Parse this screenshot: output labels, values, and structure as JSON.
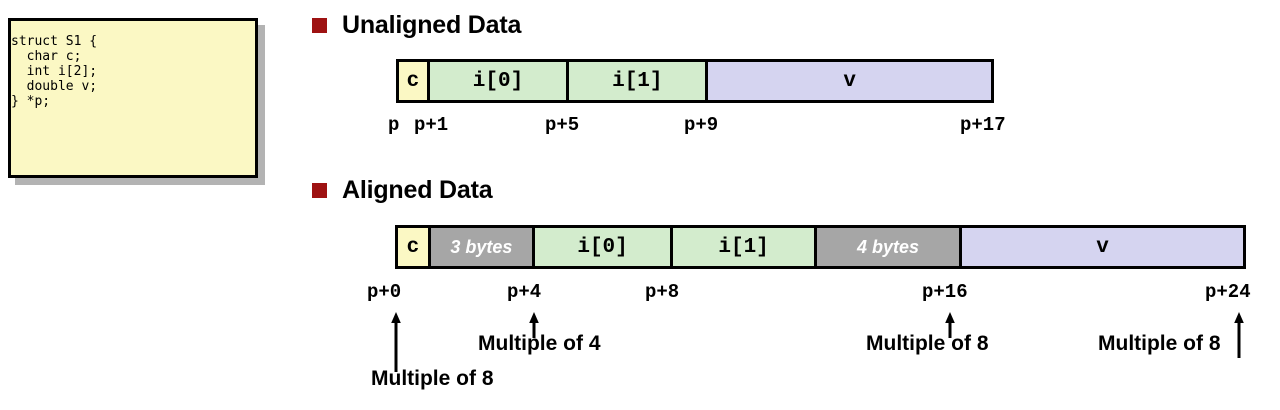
{
  "code": {
    "text": "struct S1 {\n  char c;\n  int i[2];\n  double v;\n} *p;"
  },
  "colors": {
    "bullet": "#9e1212",
    "char_cell": "#fbf8c4",
    "int_cell": "#d3eccd",
    "double_cell": "#d5d4f0",
    "padding_cell": "#a6a6a6",
    "border": "#000000"
  },
  "sections": [
    {
      "heading": "Unaligned Data",
      "cells": [
        {
          "label": "c",
          "kind": "char"
        },
        {
          "label": "i[0]",
          "kind": "int"
        },
        {
          "label": "i[1]",
          "kind": "int"
        },
        {
          "label": "v",
          "kind": "double"
        }
      ],
      "offsets": [
        "p",
        "p+1",
        "p+5",
        "p+9",
        "p+17"
      ]
    },
    {
      "heading": "Aligned Data",
      "cells": [
        {
          "label": "c",
          "kind": "char"
        },
        {
          "label": "3 bytes",
          "kind": "padding"
        },
        {
          "label": "i[0]",
          "kind": "int"
        },
        {
          "label": "i[1]",
          "kind": "int"
        },
        {
          "label": "4 bytes",
          "kind": "padding"
        },
        {
          "label": "v",
          "kind": "double"
        }
      ],
      "offsets": [
        "p+0",
        "p+4",
        "p+8",
        "p+16",
        "p+24"
      ],
      "annotations": [
        {
          "text": "Multiple of 8"
        },
        {
          "text": "Multiple of 4"
        },
        {
          "text": "Multiple of 8"
        },
        {
          "text": "Multiple of 8"
        }
      ]
    }
  ]
}
